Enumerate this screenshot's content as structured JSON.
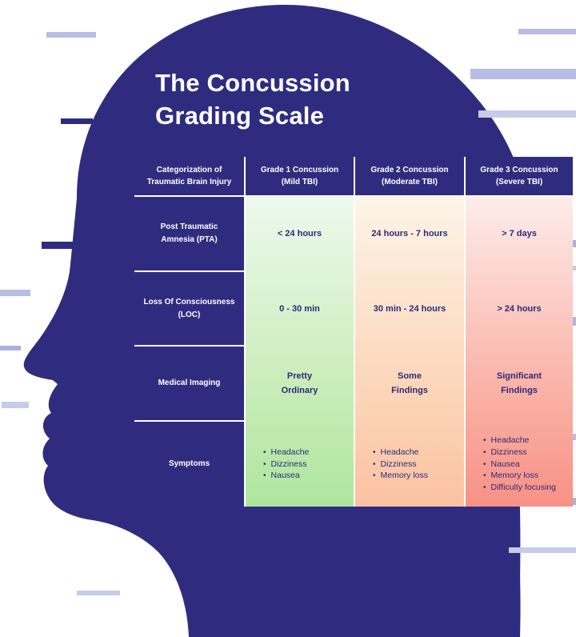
{
  "title": "The Concussion\nGrading Scale",
  "table": {
    "headers": [
      "Categorization of\nTraumatic Brain Injury",
      "Grade 1 Concussion\n(Mild TBI)",
      "Grade 2 Concussion\n(Moderate TBI)",
      "Grade 3 Concussion\n(Severe TBI)"
    ],
    "row_labels": [
      "Post Traumatic\nAmnesia (PTA)",
      "Loss Of Consciousness\n(LOC)",
      "Medical Imaging",
      "Symptoms"
    ],
    "pta_values": [
      "< 24 hours",
      "24 hours - 7 hours",
      "> 7 days"
    ],
    "loc_values": [
      "0 - 30 min",
      "30 min - 24 hours",
      "> 24 hours"
    ],
    "imaging_values": [
      "Pretty\nOrdinary",
      "Some\nFindings",
      "Significant\nFindings"
    ],
    "symptoms": {
      "grade1": [
        "Headache",
        "Dizziness",
        "Nausea"
      ],
      "grade2": [
        "Headache",
        "Dizziness",
        "Memory loss"
      ],
      "grade3": [
        "Headache",
        "Dizziness",
        "Nausea",
        "Memory loss",
        "Difficulty focusing"
      ]
    }
  },
  "ui": {
    "bullet": "•"
  },
  "colors": {
    "navy": "#2f2c80",
    "grade1_top": "#edf9ee",
    "grade1_bottom": "#aee69e",
    "grade2_top": "#fdf4e8",
    "grade2_bottom": "#fbc2a2",
    "grade3_top": "#fdecea",
    "grade3_bottom": "#f89186",
    "text_on_navy": "#ffffff",
    "cell_text": "#2d2a7a"
  },
  "chart_data": {
    "type": "table",
    "title": "The Concussion Grading Scale",
    "columns": [
      "Categorization of Traumatic Brain Injury",
      "Grade 1 Concussion (Mild TBI)",
      "Grade 2 Concussion (Moderate TBI)",
      "Grade 3 Concussion (Severe TBI)"
    ],
    "rows": [
      [
        "Post Traumatic Amnesia (PTA)",
        "< 24 hours",
        "24 hours - 7 hours",
        "> 7 days"
      ],
      [
        "Loss Of Consciousness (LOC)",
        "0 - 30 min",
        "30 min - 24 hours",
        "> 24 hours"
      ],
      [
        "Medical Imaging",
        "Pretty Ordinary",
        "Some Findings",
        "Significant Findings"
      ],
      [
        "Symptoms",
        "Headache; Dizziness; Nausea",
        "Headache; Dizziness; Memory loss",
        "Headache; Dizziness; Nausea; Memory loss; Difficulty focusing"
      ]
    ],
    "layout_hints": {
      "severity_color_scale": [
        "green",
        "orange",
        "red"
      ],
      "header_style": "navy with white text",
      "legend_position": "none"
    }
  }
}
